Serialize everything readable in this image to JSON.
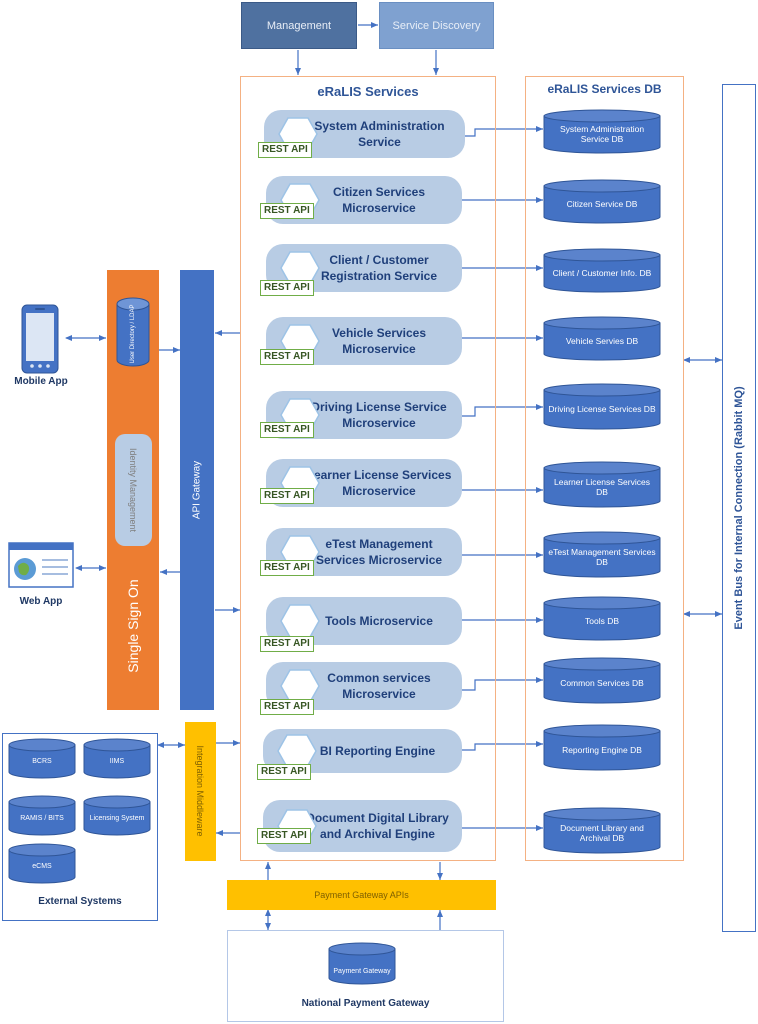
{
  "top": {
    "management": "Management",
    "service_discovery": "Service Discovery"
  },
  "eralis_services_title": "eRaLIS Services",
  "eralis_db_title": "eRaLIS Services DB",
  "event_bus_label": "Event Bus for Internal Connection (Rabbit MQ)",
  "api_gateway_label": "API Gateway",
  "single_sign_on_label": "Single Sign On",
  "sso_db_label": "User Directory / LDAP",
  "sso_inner_label": "Identity Management",
  "integration_label": "Integration Middleware",
  "payment_gateway_apis_label": "Payment Gateway APIs",
  "mobile_app_label": "Mobile App",
  "web_app_label": "Web App",
  "rest_api_label": "REST API",
  "services": [
    {
      "name": "System Administration Service",
      "db": "System Administration Service DB"
    },
    {
      "name": "Citizen Services Microservice",
      "db": "Citizen Service DB"
    },
    {
      "name": "Client / Customer Registration Service",
      "db": "Client / Customer Info. DB"
    },
    {
      "name": "Vehicle Services Microservice",
      "db": "Vehicle Servies DB"
    },
    {
      "name": "Driving License Service Microservice",
      "db": "Driving License Services DB"
    },
    {
      "name": "Learner License Services Microservice",
      "db": "Learner License Services DB"
    },
    {
      "name": "eTest Management Services Microservice",
      "db": "eTest Management Services DB"
    },
    {
      "name": "Tools Microservice",
      "db": "Tools DB"
    },
    {
      "name": "Common services Microservice",
      "db": "Common Services DB"
    },
    {
      "name": "BI Reporting Engine",
      "db": "Reporting Engine DB"
    },
    {
      "name": "Document Digital Library and Archival Engine",
      "db": "Document Library and Archival DB"
    }
  ],
  "external_systems": {
    "title": "External Systems",
    "items": [
      "BCRS",
      "IIMS",
      "RAMIS / BITS",
      "Licensing System",
      "eCMS"
    ]
  },
  "national_payment": {
    "title": "National Payment Gateway",
    "db": "Payment Gateway"
  },
  "colors": {
    "dark_blue": "#4472c4",
    "service_fill": "#b8cce4",
    "orange": "#ed7d31",
    "yellow": "#ffc000",
    "border_orange": "#f4b183",
    "rest_border": "#70ad47"
  }
}
